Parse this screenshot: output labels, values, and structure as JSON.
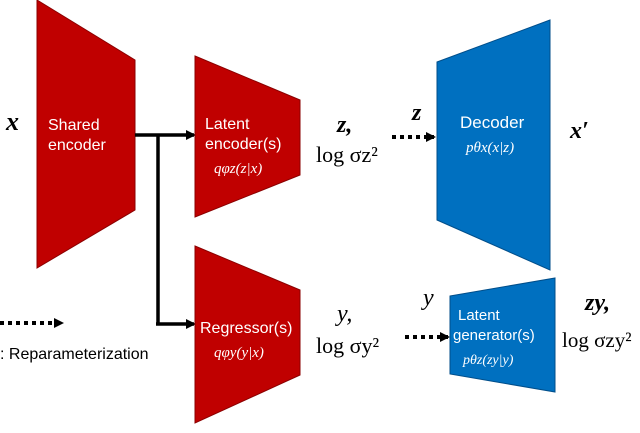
{
  "shared_encoder": {
    "line1": "Shared",
    "line2": "encoder",
    "input": "x"
  },
  "latent_encoder": {
    "line1": "Latent",
    "line2": "encoder(s)",
    "dist": "qφz(z|x)",
    "out_top": "z,",
    "out_bottom": "log σz²"
  },
  "regressor": {
    "line1": "Regressor(s)",
    "dist": "qφy(y|x)",
    "out_top": "y,",
    "out_bottom": "log σy²"
  },
  "decoder": {
    "line1": "Decoder",
    "dist": "pθx(x|z)",
    "input": "z",
    "output": "x′"
  },
  "latent_generator": {
    "line1": "Latent",
    "line2": "generator(s)",
    "dist": "pθz(zy|y)",
    "input": "y",
    "out_top": "zy,",
    "out_bottom": "log σzy²"
  },
  "legend": {
    "text": ": Reparameterization"
  },
  "colors": {
    "encoder_red": "#c00000",
    "decoder_blue": "#0070c0"
  }
}
